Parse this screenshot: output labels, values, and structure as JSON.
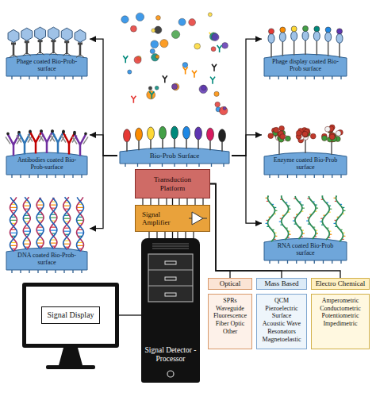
{
  "diagram": {
    "nodes": [
      {
        "text": [
          "Phage coated Bio-Prob-surface"
        ]
      },
      {
        "text": [
          "Antibodies coated Bio-Prob-surface"
        ]
      },
      {
        "text": [
          "DNA coated Bio-Prob-surface"
        ]
      },
      {
        "text": [
          "Bio-Prob Surface"
        ]
      },
      {
        "text": [
          "Phage display coated Bio-Prob surface"
        ]
      },
      {
        "text": [
          "Enzyme coated Bio-Prob surface"
        ]
      },
      {
        "text": [
          "RNA coated Bio-Prob surface"
        ]
      },
      {
        "text": [
          "Transduction Platform"
        ]
      },
      {
        "text": [
          "Signal Amplifier"
        ]
      },
      {
        "text": [
          "Signal Detector -Processor"
        ]
      },
      {
        "text": [
          "Signal Display"
        ]
      },
      {
        "text": [
          "Optical",
          "SPRs Waveguide Fluorescence Fiber Optic Other"
        ]
      },
      {
        "text": [
          "Mass Based",
          "QCM Piezoelectric Surface Acoustic Wave Resonators Magnetoelastic"
        ]
      },
      {
        "text": [
          "Electro Chemical",
          "Amperometric Conductometric Potentiometric Impedimetric"
        ]
      }
    ],
    "edges": [
      {
        "from": 3,
        "to": 0,
        "arrow": "to"
      },
      {
        "from": 3,
        "to": 1,
        "arrow": "to"
      },
      {
        "from": 3,
        "to": 2,
        "arrow": "to"
      },
      {
        "from": 3,
        "to": 4,
        "arrow": "to"
      },
      {
        "from": 3,
        "to": 5,
        "arrow": "to"
      },
      {
        "from": 3,
        "to": 6,
        "arrow": "to"
      },
      {
        "from": 7,
        "to": 8,
        "arrow": "none"
      },
      {
        "from": 8,
        "to": 9,
        "arrow": "none"
      },
      {
        "from": 9,
        "to": 10,
        "arrow": "none"
      },
      {
        "from": 7,
        "to": 11,
        "arrow": "none"
      },
      {
        "from": 7,
        "to": 12,
        "arrow": "none"
      },
      {
        "from": 7,
        "to": 13,
        "arrow": "none"
      }
    ]
  }
}
